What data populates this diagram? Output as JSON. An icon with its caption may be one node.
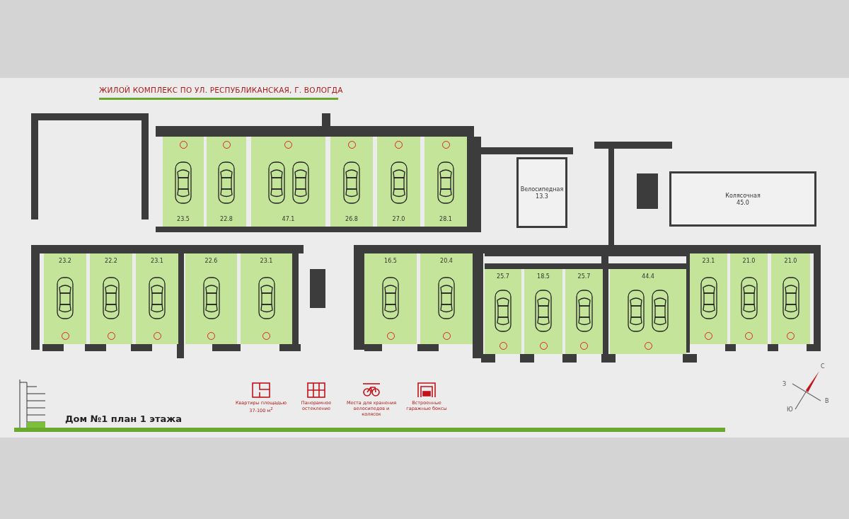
{
  "diagram": {
    "title": "ЖИЛОЙ КОМПЛЕКС ПО УЛ. РЕСПУБЛИКАНСКАЯ, Г. ВОЛОГДА",
    "caption": "Дом №1 план 1 этажа",
    "nodes": [
      {
        "text": [
          "23.5"
        ]
      },
      {
        "text": [
          "22.8"
        ]
      },
      {
        "text": [
          "47.1"
        ]
      },
      {
        "text": [
          "26.8"
        ]
      },
      {
        "text": [
          "27.0"
        ]
      },
      {
        "text": [
          "28.1"
        ]
      },
      {
        "text": [
          "Велосипедная",
          "13.3"
        ]
      },
      {
        "text": [
          "Колясочная",
          "45.0"
        ]
      },
      {
        "text": [
          "23.2"
        ]
      },
      {
        "text": [
          "22.2"
        ]
      },
      {
        "text": [
          "23.1"
        ]
      },
      {
        "text": [
          "22.6"
        ]
      },
      {
        "text": [
          "23.1"
        ]
      },
      {
        "text": [
          "16.5"
        ]
      },
      {
        "text": [
          "20.4"
        ]
      },
      {
        "text": [
          "25.7"
        ]
      },
      {
        "text": [
          "18.5"
        ]
      },
      {
        "text": [
          "25.7"
        ]
      },
      {
        "text": [
          "44.4"
        ]
      },
      {
        "text": [
          "23.1"
        ]
      },
      {
        "text": [
          "21.0"
        ]
      },
      {
        "text": [
          "21.0"
        ]
      }
    ],
    "labels": [
      "Квартиры площадью 37-100 м$^{2}$",
      "Панорамное остекление",
      "Места для хранения велосипедов и колясок",
      "Встроенные гаражные боксы",
      "С",
      "З",
      "В",
      "Ю"
    ]
  }
}
